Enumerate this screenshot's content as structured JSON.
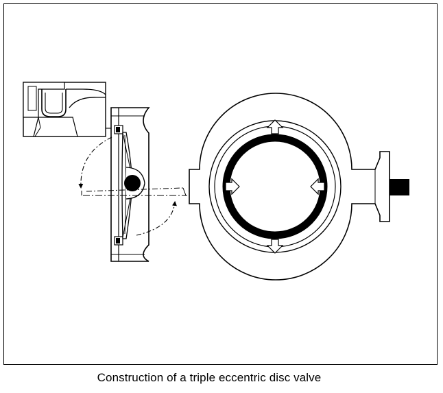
{
  "figure": {
    "caption": "Construction of a triple eccentric disc valve",
    "line_color": "#000000",
    "background_color": "#ffffff",
    "views": [
      {
        "name": "seal detail inset",
        "icon": "seal-detail-icon"
      },
      {
        "name": "side section view",
        "icon": "valve-side-section-icon"
      },
      {
        "name": "front view",
        "icon": "valve-front-view-icon"
      }
    ]
  }
}
